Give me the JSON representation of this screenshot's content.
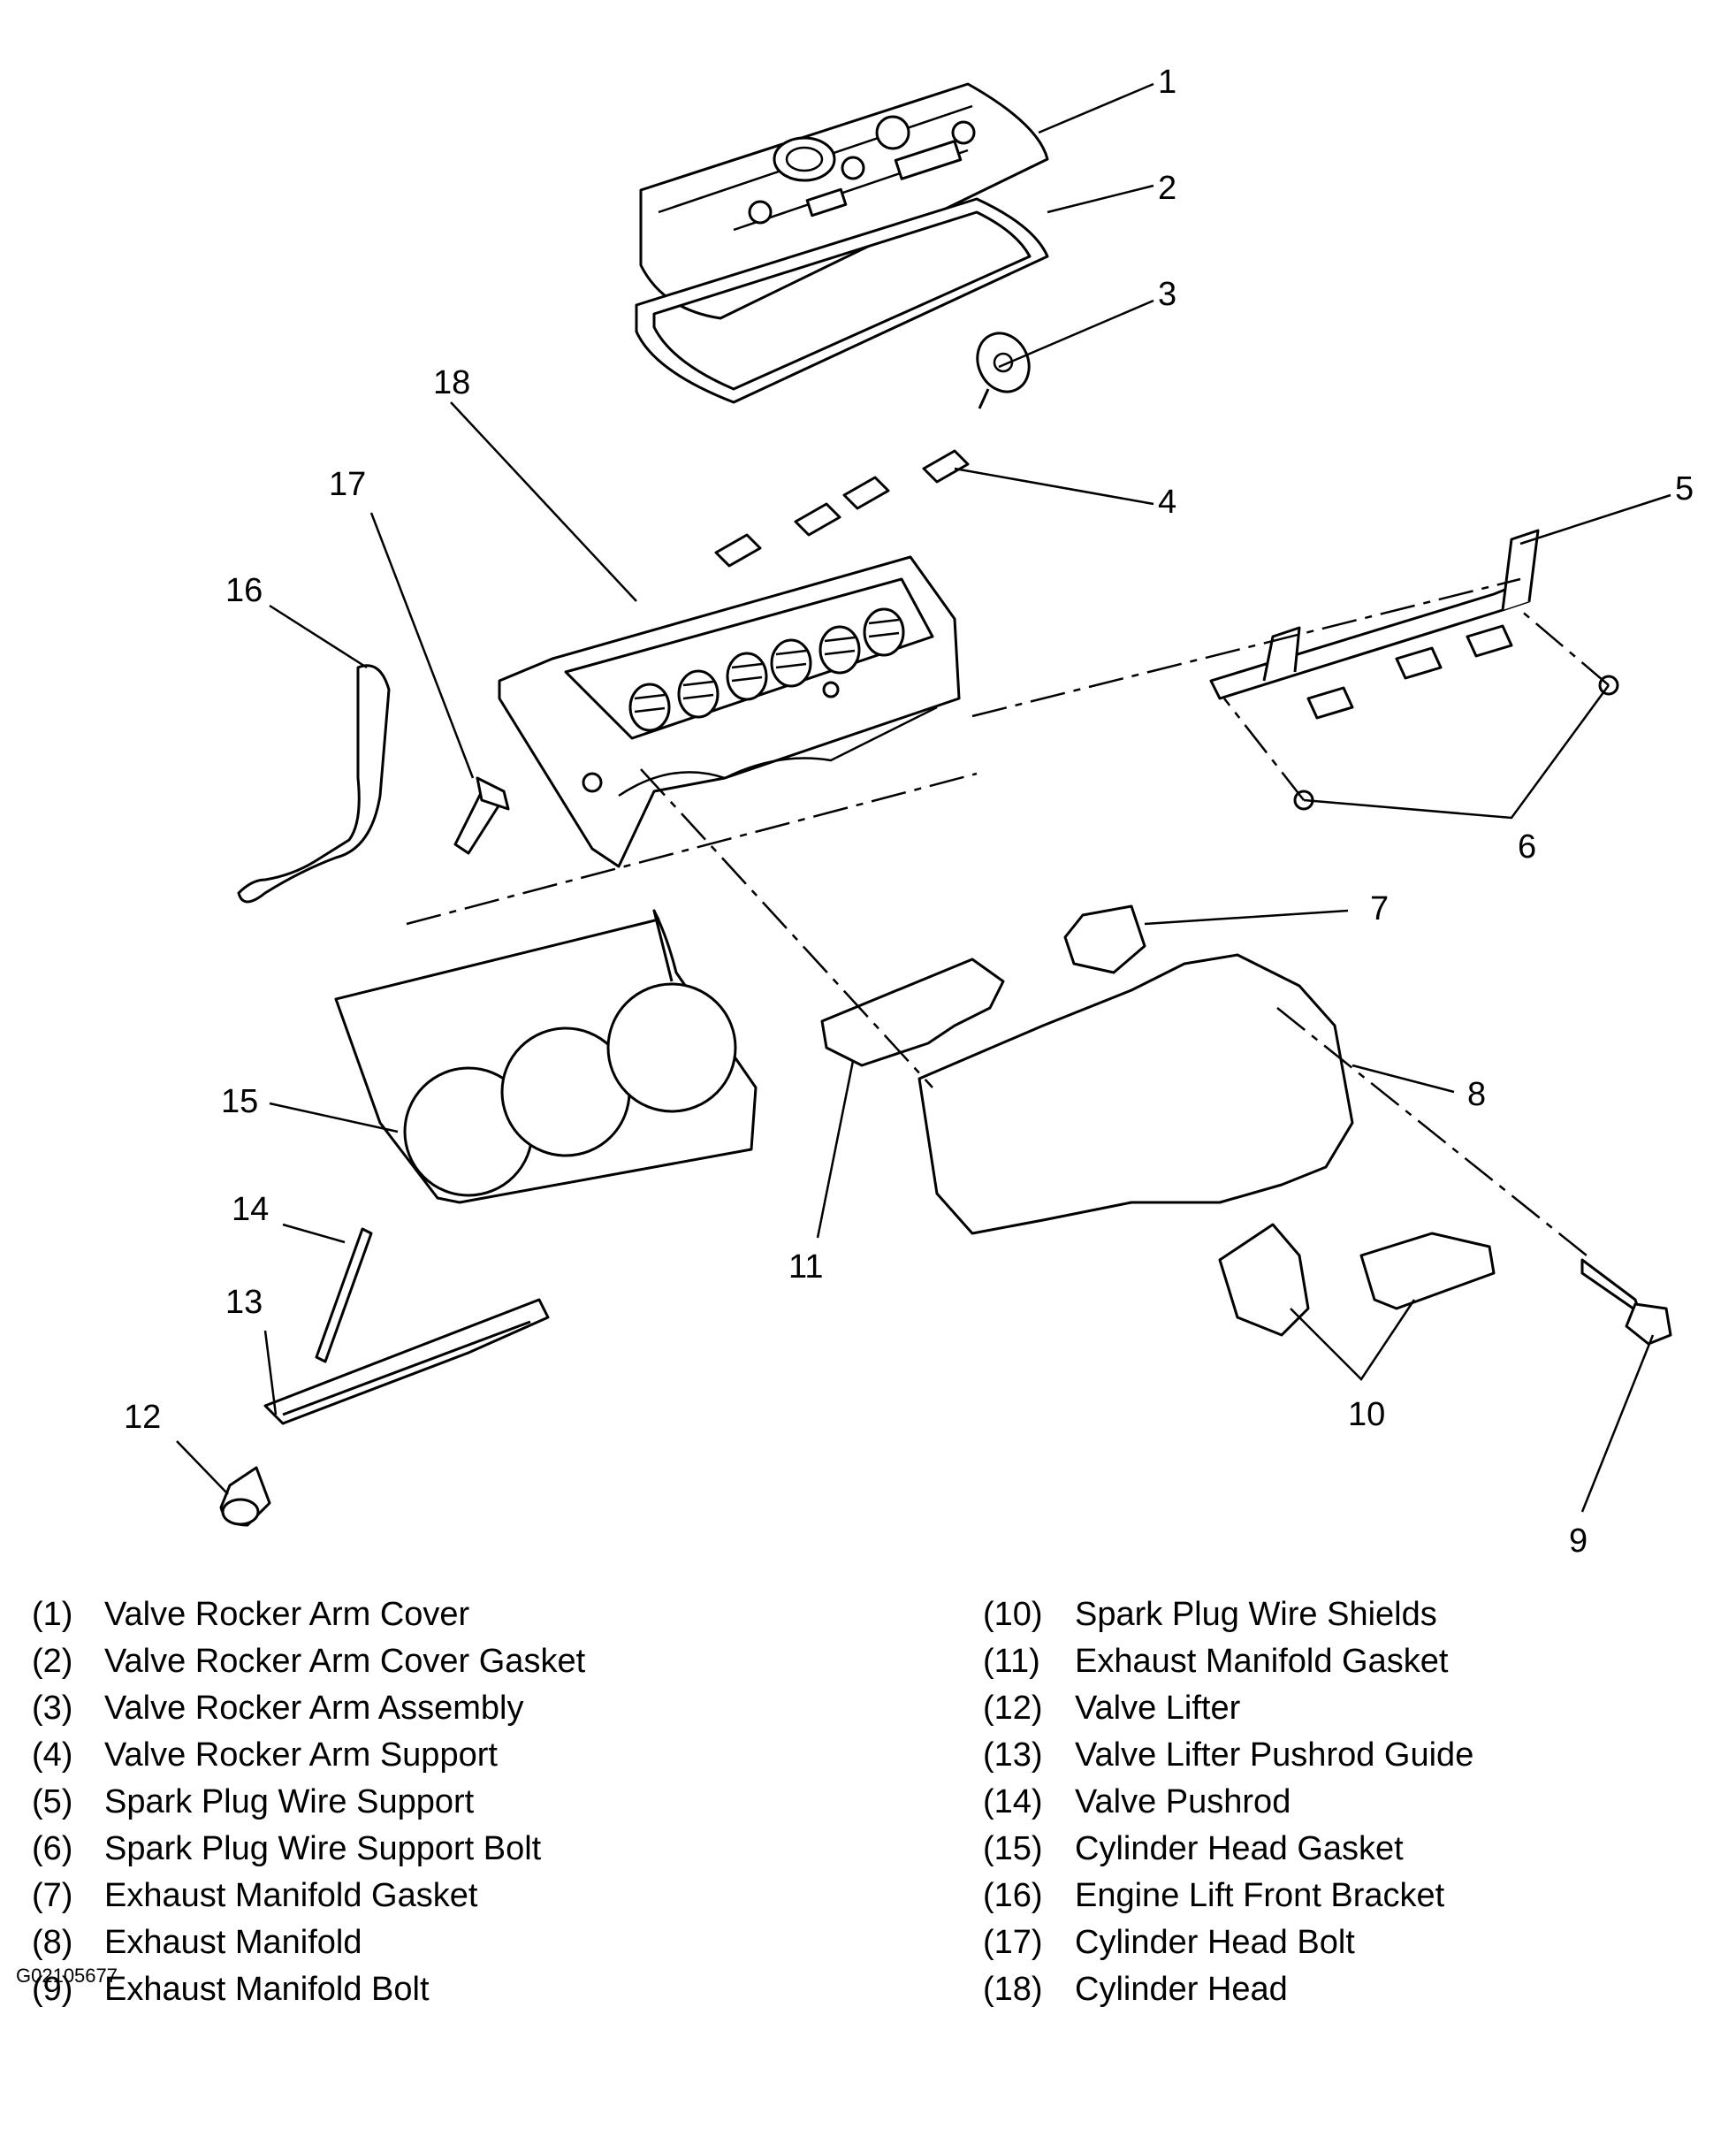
{
  "callouts": [
    "1",
    "2",
    "3",
    "4",
    "5",
    "6",
    "7",
    "8",
    "9",
    "10",
    "11",
    "12",
    "13",
    "14",
    "15",
    "16",
    "17",
    "18"
  ],
  "legend": {
    "left": [
      {
        "num": "(1)",
        "label": "Valve Rocker Arm Cover"
      },
      {
        "num": "(2)",
        "label": "Valve Rocker Arm Cover Gasket"
      },
      {
        "num": "(3)",
        "label": "Valve Rocker Arm Assembly"
      },
      {
        "num": "(4)",
        "label": "Valve Rocker Arm Support"
      },
      {
        "num": "(5)",
        "label": "Spark Plug Wire Support"
      },
      {
        "num": "(6)",
        "label": "Spark Plug Wire Support Bolt"
      },
      {
        "num": "(7)",
        "label": "Exhaust Manifold Gasket"
      },
      {
        "num": "(8)",
        "label": "Exhaust Manifold"
      },
      {
        "num": "(9)",
        "label": "Exhaust Manifold Bolt"
      }
    ],
    "right": [
      {
        "num": "(10)",
        "label": "Spark Plug Wire Shields"
      },
      {
        "num": "(11)",
        "label": "Exhaust Manifold Gasket"
      },
      {
        "num": "(12)",
        "label": "Valve Lifter"
      },
      {
        "num": "(13)",
        "label": "Valve Lifter Pushrod Guide"
      },
      {
        "num": "(14)",
        "label": "Valve Pushrod"
      },
      {
        "num": "(15)",
        "label": "Cylinder Head Gasket"
      },
      {
        "num": "(16)",
        "label": "Engine Lift Front Bracket"
      },
      {
        "num": "(17)",
        "label": "Cylinder Head Bolt"
      },
      {
        "num": "(18)",
        "label": "Cylinder Head"
      }
    ]
  },
  "figure_code": "G02105677"
}
